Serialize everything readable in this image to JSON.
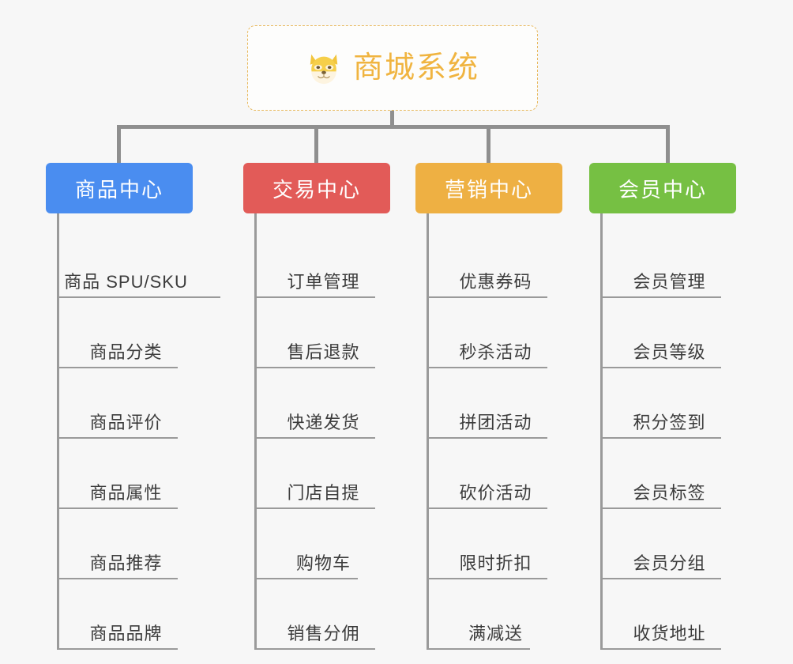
{
  "root": {
    "title": "商城系统",
    "icon": "shiba-dog-icon",
    "title_color": "#f0b440",
    "border_color": "#e8b95e"
  },
  "background_color": "#f7f7f7",
  "connector_color": "#8f8f8f",
  "categories": [
    {
      "label": "商品中心",
      "color": "#4a8df0",
      "items": [
        {
          "label": "商品 SPU/SKU",
          "rule_width": 204
        },
        {
          "label": "商品分类",
          "rule_width": 150
        },
        {
          "label": "商品评价",
          "rule_width": 150
        },
        {
          "label": "商品属性",
          "rule_width": 150
        },
        {
          "label": "商品推荐",
          "rule_width": 150
        },
        {
          "label": "商品品牌",
          "rule_width": 150
        }
      ]
    },
    {
      "label": "交易中心",
      "color": "#e25b58",
      "items": [
        {
          "label": "订单管理",
          "rule_width": 150
        },
        {
          "label": "售后退款",
          "rule_width": 150
        },
        {
          "label": "快递发货",
          "rule_width": 150
        },
        {
          "label": "门店自提",
          "rule_width": 150
        },
        {
          "label": "购物车",
          "rule_width": 128
        },
        {
          "label": "销售分佣",
          "rule_width": 150
        }
      ]
    },
    {
      "label": "营销中心",
      "color": "#eeb043",
      "items": [
        {
          "label": "优惠券码",
          "rule_width": 150
        },
        {
          "label": "秒杀活动",
          "rule_width": 150
        },
        {
          "label": "拼团活动",
          "rule_width": 150
        },
        {
          "label": "砍价活动",
          "rule_width": 150
        },
        {
          "label": "限时折扣",
          "rule_width": 150
        },
        {
          "label": "满减送",
          "rule_width": 128
        }
      ]
    },
    {
      "label": "会员中心",
      "color": "#76c043",
      "items": [
        {
          "label": "会员管理",
          "rule_width": 150
        },
        {
          "label": "会员等级",
          "rule_width": 150
        },
        {
          "label": "积分签到",
          "rule_width": 150
        },
        {
          "label": "会员标签",
          "rule_width": 150
        },
        {
          "label": "会员分组",
          "rule_width": 150
        },
        {
          "label": "收货地址",
          "rule_width": 150
        }
      ]
    }
  ]
}
